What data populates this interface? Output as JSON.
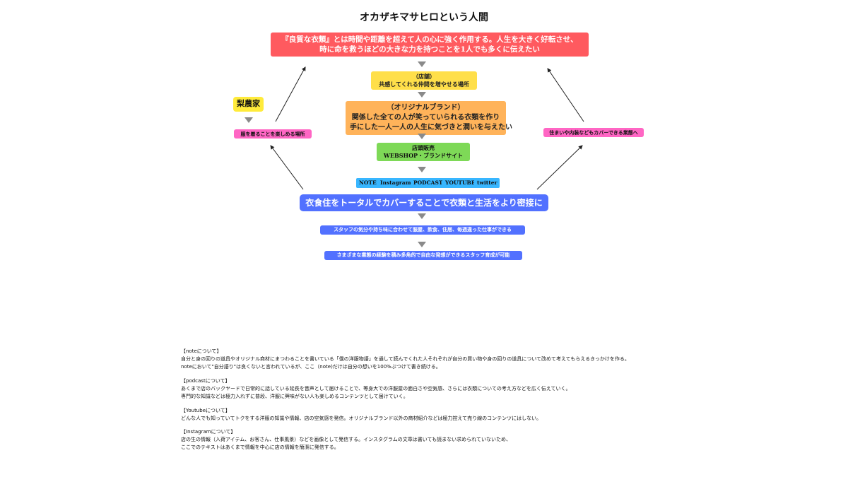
{
  "diagram": {
    "title": "オカザキマサヒロという人間",
    "mission_lines": [
      "『良質な衣類』とは時間や距離を超えて人の心に強く作用する。人生を大きく好転させ、",
      "時に命を救うほどの大きな力を持つことを1人でも多くに伝えたい"
    ],
    "store": {
      "heading": "（店舗）",
      "text": "共感してくれる仲間を増やせる場所"
    },
    "brand": {
      "heading": "（オリジナルブランド）",
      "line1": "関係した全ての人が笑っていられる衣類を作り",
      "line2": "手にした一人一人の人生に気づきと潤いを与えたい"
    },
    "sales": {
      "line1": "店頭販売",
      "line2": "WEBSHOP・ブランドサイト"
    },
    "media": [
      "NOTE",
      "Instagram",
      "PODCAST",
      "YOUTUBE",
      "twitter"
    ],
    "total_cover": "衣食住をトータルでカバーすることで衣類と生活をより密接に",
    "staff_work": "スタッフの気分や持ち味に合わせて服屋、飲食、住居、毎週違った仕事ができる",
    "staff_growth": "さまざまな業態の経験を積み多角的で自由な発想ができるスタッフ育成が可能",
    "farmer_label": "梨農家",
    "farmer_text": "服を着ることを楽しめる場所",
    "housing_text": "住まいや内装などもカバーできる業態へ"
  },
  "notes": [
    {
      "heading": "【noteについて】",
      "lines": [
        "自分と身の回りの道具やオリジナル商材にまつわることを書いている「僕の洋服物語」を通して読んでくれた人それぞれが自分の買い物や身の回りの道具について改めて考えてもらえるきっかけを作る。",
        "noteにおいて\"自分語り\"は良くないと言われているが、ここ（note)だけは自分の想いを100%ぶつけて書き続ける。"
      ]
    },
    {
      "heading": "【podcastについて】",
      "lines": [
        "あくまで店のバックヤードで日常的に話している延長を音声として届けることで、等身大での洋服屋の面白さや空気感、さらには衣類についての考え方などを広く伝えていく。",
        "専門的な知識などは極力入れずに普段、洋服に興味がない人も楽しめるコンテンツとして届けていく。"
      ]
    },
    {
      "heading": "【Youtubeについて】",
      "lines": [
        "どんな人でも知っていてトクをする洋服の知識や情報、店の空気感を発信。オリジナルブランド以外の商材紹介などは極力控えて売り線のコンテンツにはしない。"
      ]
    },
    {
      "heading": "【Instagramについて】",
      "lines": [
        "店の生の情報（入荷アイテム、お客さん、仕事風景）などを画像として発信する。インスタグラムの文章は書いても読まない求められていないため、",
        "ここでのテキストはあくまで情報を中心に店の情報を簡潔に発信する。"
      ]
    }
  ],
  "colors": {
    "mission": "#ff5a5f",
    "store": "#ffdf4a",
    "brand": "#ffb35a",
    "sales": "#7ed957",
    "media": "#38b6ff",
    "blue": "#5271ff",
    "pink": "#ff66c4",
    "farmer": "#ffeb3b",
    "arrow": "#8a8a8a"
  }
}
